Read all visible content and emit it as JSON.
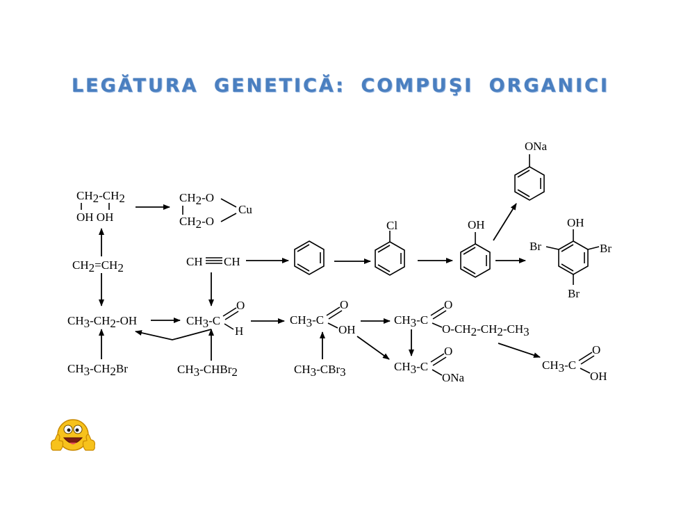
{
  "title": "LEGĂTURA   GENETICĂ:  COMPUŞI  ORGANICI",
  "labels": {
    "ethylene_glycol_top": "CH2-CH2",
    "ethylene_glycol_oh": "OH  OH",
    "ethylene": "CH2=CH2",
    "ethanol": "CH3-CH2-OH",
    "bromoethane": "CH3-CH2Br",
    "copper_glycolate_top": "CH2-O",
    "copper_glycolate_bottom": "CH2-O",
    "copper": "Cu",
    "acetylene": "CH≡CH",
    "acetaldehyde_base": "CH3-C",
    "dibromoethane": "CH3-CHBr2",
    "acetic_acid_base": "CH3-C",
    "tribromoethane": "CH3-CBr3",
    "propyl_acetate_base": "CH3-C",
    "propyl_chain": "O-CH2-CH2-CH3",
    "sodium_acetate_base": "CH3-C",
    "acetic_acid_final_base": "CH3-C",
    "O": "O",
    "H": "H",
    "OH": "OH",
    "ONa": "ONa",
    "Cl": "Cl",
    "Br": "Br"
  },
  "icons": {
    "emoji": "thumbs-up-smiley-icon"
  },
  "colors": {
    "title": "#4a7fc0",
    "emoji_face": "#f7c21c"
  }
}
